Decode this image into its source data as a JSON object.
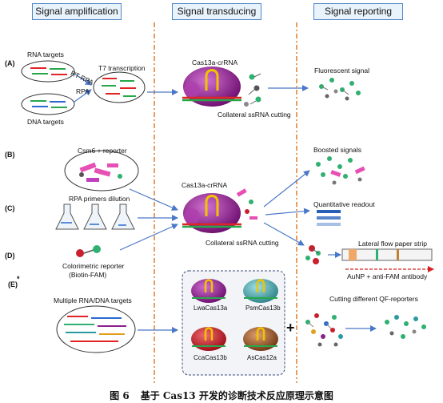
{
  "headers": {
    "amplification": "Signal amplification",
    "transducing": "Signal transducing",
    "reporting": "Signal reporting"
  },
  "row_labels": {
    "a": "(A)",
    "b": "(B)",
    "c": "(C)",
    "d": "(D)",
    "e": "(E)",
    "asterisk": "*"
  },
  "row_a": {
    "rna_targets": "RNA targets",
    "dna_targets": "DNA targets",
    "rt_rpa": "RT-RPA",
    "rpa": "RPA",
    "t7": "T7 transcription",
    "enzyme": "Cas13a-crRNA",
    "collateral": "Collateral ssRNA cutting",
    "output": "Fluorescent  signal"
  },
  "row_b": {
    "label": "Csm6 + reporter",
    "output": "Boosted signals"
  },
  "row_c": {
    "label": "RPA primers dilution",
    "output": "Quantitative readout"
  },
  "row_d": {
    "label_line1": "Colorimetric reporter",
    "label_line2": "(Biotin-FAM)"
  },
  "middle_bcd": {
    "enzyme": "Cas13a-crRNA",
    "collateral": "Collateral ssRNA cutting"
  },
  "lateral_flow": {
    "title": "Lateral flow paper strip",
    "antibody": "AuNP + anti-FAM antibody"
  },
  "row_e": {
    "targets": "Multiple RNA/DNA targets",
    "enzymes": [
      "LwaCas13a",
      "PsmCas13b",
      "CcaCas13b",
      "AsCas12a"
    ],
    "plus": "+",
    "output": "Cutting different QF-reporters"
  },
  "caption": {
    "number": "图 6",
    "title": "基于 Cas13 开发的诊断技术反应原理示意图"
  },
  "colors": {
    "header_border": "#4f86c6",
    "header_fill": "#e8f3fb",
    "divider": "#e07b2a",
    "arrow": "#4a78c8",
    "cas_purple": "#8e1f8e",
    "cas_teal": "#3a9aa0",
    "cas_red": "#c8202c",
    "cas_brown": "#9c5a28",
    "rna_red": "#e02424",
    "dna_green": "#26a84a",
    "reporter_pink": "#e64fb4",
    "fluor_green": "#2fb070"
  }
}
